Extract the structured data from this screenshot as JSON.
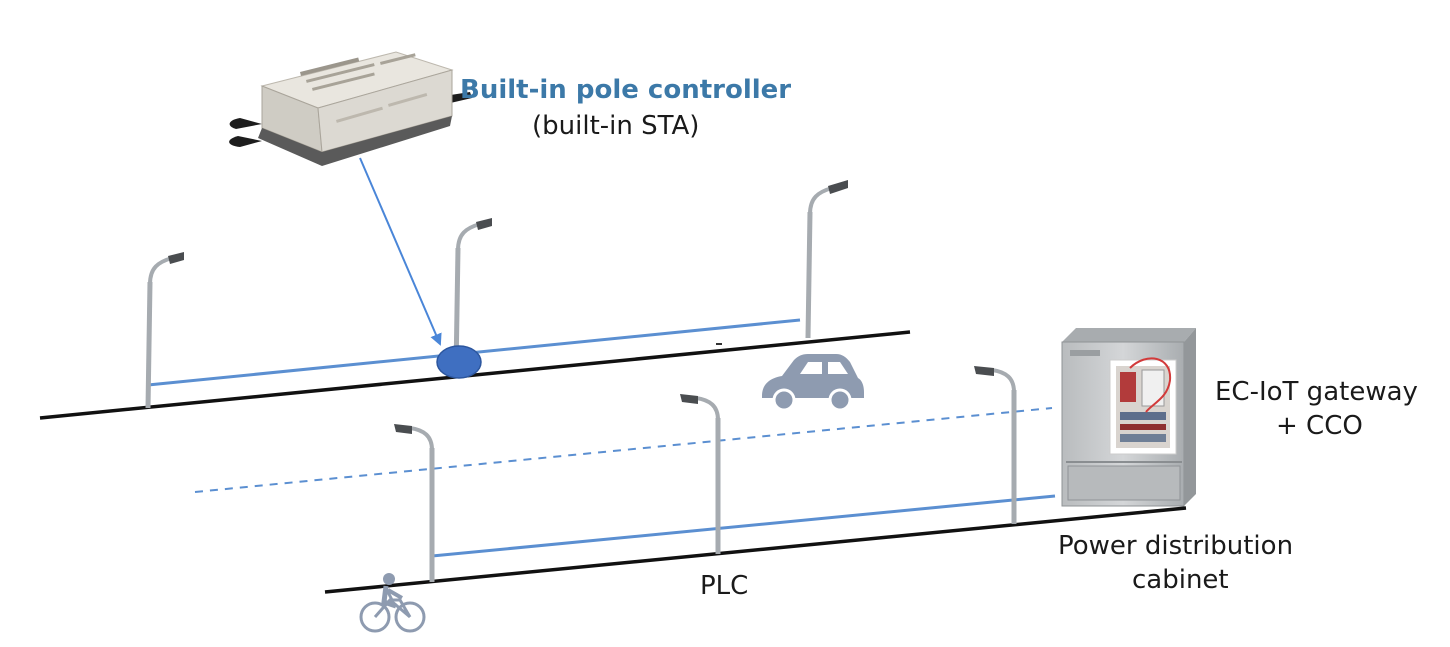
{
  "controller": {
    "title": "Built-in pole controller",
    "subtitle": "(built-in STA)"
  },
  "gateway": {
    "line1": "EC-IoT gateway",
    "line2": "+ CCO"
  },
  "cabinet": {
    "line1": "Power distribution",
    "line2": "cabinet"
  },
  "link": {
    "label": "PLC"
  },
  "colors": {
    "accent_blue": "#3c79a8",
    "line_blue": "#5b8fd1",
    "node_blue": "#3f6fc1",
    "road": "#111111",
    "pole": "#9aa0a6",
    "vehicle": "#8e9bb0"
  }
}
